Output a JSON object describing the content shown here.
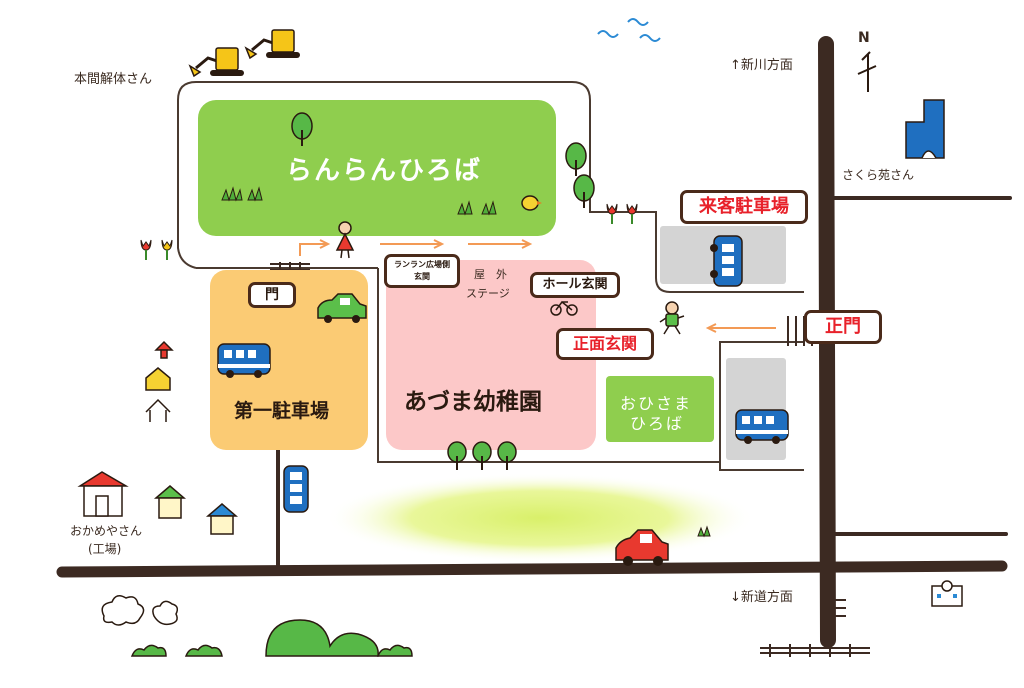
{
  "labels": {
    "demolition": "本間解体さん",
    "shinkawa": "↑新川方面",
    "shindo": "↓新道方面",
    "sakuraen": "さくら苑さん",
    "okameya": "おかめやさん",
    "factory": "(工場)",
    "north": "N"
  },
  "zones": {
    "ranran": "らんらんひろば",
    "parking1": "第一駐車場",
    "kindergarten": "あづま幼稚園",
    "ohisama_line1": "おひさま",
    "ohisama_line2": "ひろば",
    "outdoor_stage_line1": "屋　外",
    "outdoor_stage_line2": "ステージ"
  },
  "signs": {
    "gate": "門",
    "ranran_entrance_line1": "ランラン広場側",
    "ranran_entrance_line2": "玄関",
    "hall_entrance": "ホール玄関",
    "main_entrance": "正面玄関",
    "main_gate": "正門",
    "guest_parking": "来客駐車場"
  },
  "colors": {
    "green_zone": "#8fce4e",
    "orange_zone": "#fbcb74",
    "pink_zone": "#fcc8c8",
    "gray_zone": "#d4d4d4",
    "road": "#3c2a22",
    "sign_red": "#e8212a",
    "bus_blue": "#1f6fc0"
  },
  "icons": [
    "excavator-icon",
    "tree-icon",
    "grass-icon",
    "bird-icon",
    "tulip-icon",
    "girl-icon",
    "boy-icon",
    "car-icon",
    "bus-icon",
    "house-icon",
    "cloud-icon",
    "bush-icon",
    "school-icon",
    "building-icon",
    "bicycle-icon",
    "wave-icon",
    "compass-icon",
    "arrow-icon",
    "crosswalk-icon"
  ]
}
